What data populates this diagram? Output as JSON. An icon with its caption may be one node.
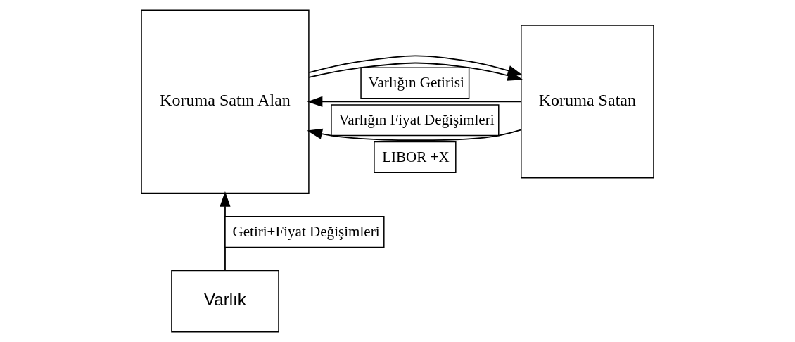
{
  "diagram": {
    "nodes": [
      {
        "text": [
          "Koruma Satın Alan"
        ]
      },
      {
        "text": [
          "Koruma Satan"
        ]
      },
      {
        "text": [
          "Varlık"
        ]
      }
    ],
    "edges": [
      {
        "from": 1,
        "to": 0,
        "arrow": "to",
        "label": "LIBOR +X"
      },
      {
        "from": 0,
        "to": 1,
        "arrow": "to",
        "label": "Varlığın Getirisi"
      },
      {
        "from": 0,
        "to": 1,
        "arrow": "to"
      },
      {
        "from": 1,
        "to": 0,
        "arrow": "to",
        "label": "Varlığın Fiyat Değişimleri"
      },
      {
        "from": 2,
        "to": 0,
        "arrow": "to",
        "label": "Getiri+Fiyat Değişimleri"
      }
    ]
  }
}
